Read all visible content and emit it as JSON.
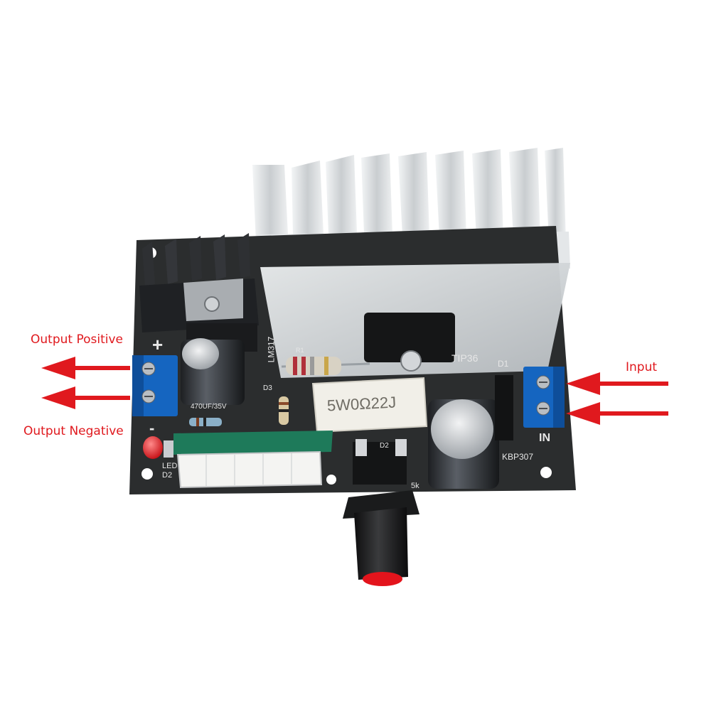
{
  "callouts": {
    "output_positive": "Output Positive",
    "output_negative": "Output Negative",
    "input": "Input"
  },
  "board_markings": {
    "plus_sign": "+",
    "minus_sign": "-",
    "cap_small": "470UF/35V",
    "regulator": "LM317",
    "tip": "TIP36",
    "power_resistor": "5W0Ω22J",
    "d1": "D1",
    "d2": "D2",
    "d3": "D3",
    "led": "LED",
    "led_d2": "D2",
    "in": "IN",
    "bridge": "KBP307",
    "pot": "5k",
    "r1": "R1"
  },
  "colors": {
    "arrow": "#e0191e",
    "pcb": "#2b2d2e",
    "terminal": "#1565c0",
    "heatsink": "#d9dde0",
    "led": "#e8141a"
  }
}
